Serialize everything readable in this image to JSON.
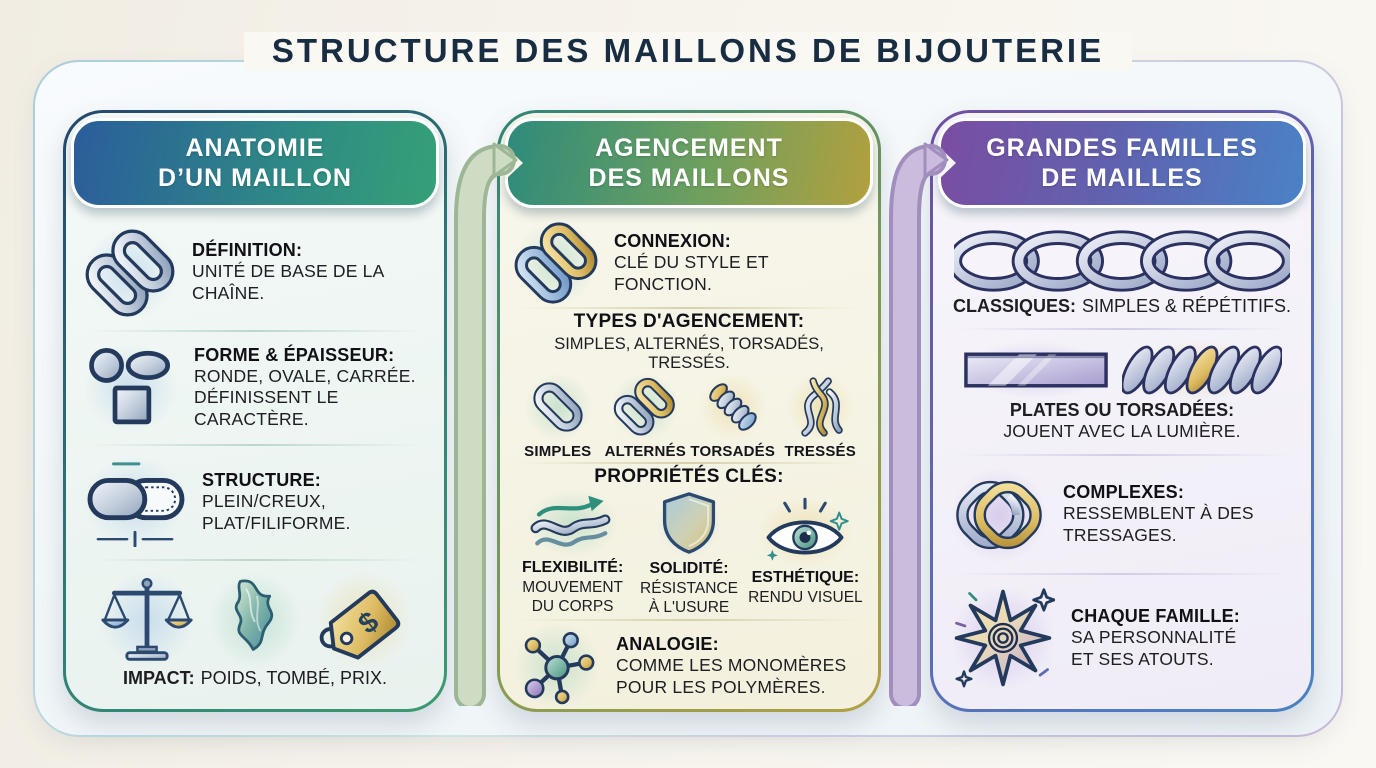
{
  "title": "STRUCTURE DES MAILLONS DE BIJOUTERIE",
  "colors": {
    "title_text": "#182c42",
    "header1_gradient": [
      "#2b5d9b",
      "#35a077"
    ],
    "header2_gradient": [
      "#2e8b7b",
      "#b2a03e"
    ],
    "header3_gradient": [
      "#7a4da2",
      "#4a82c6"
    ],
    "arrow1": "#cddcc3",
    "arrow2": "#c9bcdd",
    "metal_silver": "#c2cddc",
    "metal_gold": "#ddbb62"
  },
  "icons": {
    "panel1": [
      "chain-links-icon",
      "shapes-icon",
      "hollow-solid-links-icon",
      "scale-icon",
      "fabric-drape-icon",
      "price-tag-icon"
    ],
    "panel2": [
      "gold-silver-links-icon",
      "simple-link-icon",
      "alternating-links-icon",
      "twisted-rope-icon",
      "braided-strands-icon",
      "flex-waves-icon",
      "shield-icon",
      "eye-icon",
      "molecule-icon"
    ],
    "panel3": [
      "classic-chain-icon",
      "flat-band-icon",
      "twisted-rope-icon",
      "celtic-knot-icon",
      "star-fingerprint-icon"
    ],
    "tag_symbol": "$"
  },
  "panel1": {
    "header": "ANATOMIE\nD’UN MAILLON",
    "items": [
      {
        "title": "DÉFINITION:",
        "body": "UNITÉ DE BASE DE LA CHAÎNE."
      },
      {
        "title": "FORME & ÉPAISSEUR:",
        "body": "RONDE, OVALE, CARRÉE.\nDÉFINISSENT LE CARACTÈRE."
      },
      {
        "title": "STRUCTURE:",
        "body": "PLEIN/CREUX,\nPLAT/FILIFORME."
      }
    ],
    "impact": {
      "title": "IMPACT:",
      "body": "POIDS, TOMBÉ, PRIX."
    }
  },
  "panel2": {
    "header": "AGENCEMENT\nDES MAILLONS",
    "connexion": {
      "title": "CONNEXION:",
      "body": "CLÉ DU STYLE ET FONCTION."
    },
    "types": {
      "title": "TYPES D'AGENCEMENT:",
      "subtitle": "SIMPLES, ALTERNÉS, TORSADÉS, TRESSÉS.",
      "labels": [
        "SIMPLES",
        "ALTERNÉS",
        "TORSADÉS",
        "TRESSÉS"
      ]
    },
    "proprietes": {
      "title": "PROPRIÉTÉS CLÉS:",
      "items": [
        {
          "title": "FLEXIBILITÉ:",
          "body": "MOUVEMENT\nDU CORPS"
        },
        {
          "title": "SOLIDITÉ:",
          "body": "RÉSISTANCE\nÀ L'USURE"
        },
        {
          "title": "ESTHÉTIQUE:",
          "body": "RENDU VISUEL"
        }
      ]
    },
    "analogie": {
      "title": "ANALOGIE:",
      "body": "COMME LES MONOMÈRES\nPOUR LES POLYMÈRES."
    }
  },
  "panel3": {
    "header": "GRANDES FAMILLES\nDE MAILLES",
    "classiques": {
      "title": "CLASSIQUES:",
      "body": "SIMPLES & RÉPÉTITIFS."
    },
    "plates": {
      "title": "PLATES OU TORSADÉES:",
      "body": "JOUENT AVEC LA LUMIÈRE."
    },
    "complexes": {
      "title": "COMPLEXES:",
      "body": "RESSEMBLENT À DES\nTRESSAGES."
    },
    "famille": {
      "title": "CHAQUE FAMILLE:",
      "body": "SA PERSONNALITÉ\nET SES ATOUTS."
    }
  }
}
